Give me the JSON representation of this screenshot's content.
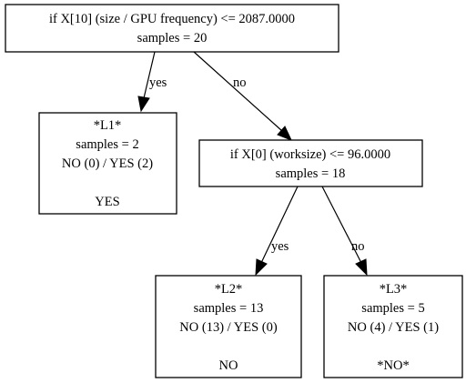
{
  "nodes": {
    "root": {
      "lines": [
        "if X[10] (size / GPU frequency) <= 2087.0000",
        "samples = 20"
      ]
    },
    "split2": {
      "lines": [
        "if X[0] (worksize) <= 96.0000",
        "samples = 18"
      ]
    },
    "l1": {
      "lines": [
        "*L1*",
        "samples = 2",
        "NO (0) / YES (2)",
        "",
        "YES"
      ]
    },
    "l2": {
      "lines": [
        "*L2*",
        "samples = 13",
        "NO (13) / YES (0)",
        "",
        "NO"
      ]
    },
    "l3": {
      "lines": [
        "*L3*",
        "samples = 5",
        "NO (4) / YES (1)",
        "",
        "*NO*"
      ]
    }
  },
  "edges": {
    "root_l1": "yes",
    "root_split2": "no",
    "split2_l2": "yes",
    "split2_l3": "no"
  }
}
